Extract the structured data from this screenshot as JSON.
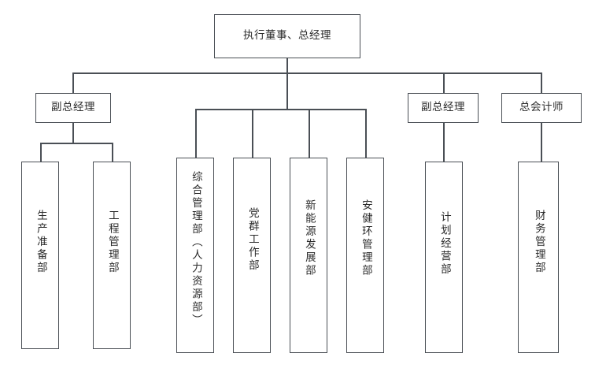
{
  "chart": {
    "type": "org-chart",
    "title": "",
    "orientation": "top-down",
    "line_color": "#4a4f55",
    "box_fill": "#ffffff",
    "text_color": "#2b2b2b",
    "levels": 3
  },
  "root": {
    "label": "执行董事、总经理"
  },
  "level2": [
    {
      "label": "副总经理"
    },
    {
      "label": "副总经理"
    },
    {
      "label": "总会计师"
    }
  ],
  "departments": {
    "under_vp_left": [
      {
        "label": "生产准备部"
      },
      {
        "label": "工程管理部"
      }
    ],
    "under_root_direct": [
      {
        "label": "综合管理部（人力资源部）"
      },
      {
        "label": "党群工作部"
      },
      {
        "label": "新能源发展部"
      },
      {
        "label": "安健环管理部"
      }
    ],
    "under_vp_right": [
      {
        "label": "计划经营部"
      }
    ],
    "under_chief_accountant": [
      {
        "label": "财务管理部"
      }
    ]
  }
}
